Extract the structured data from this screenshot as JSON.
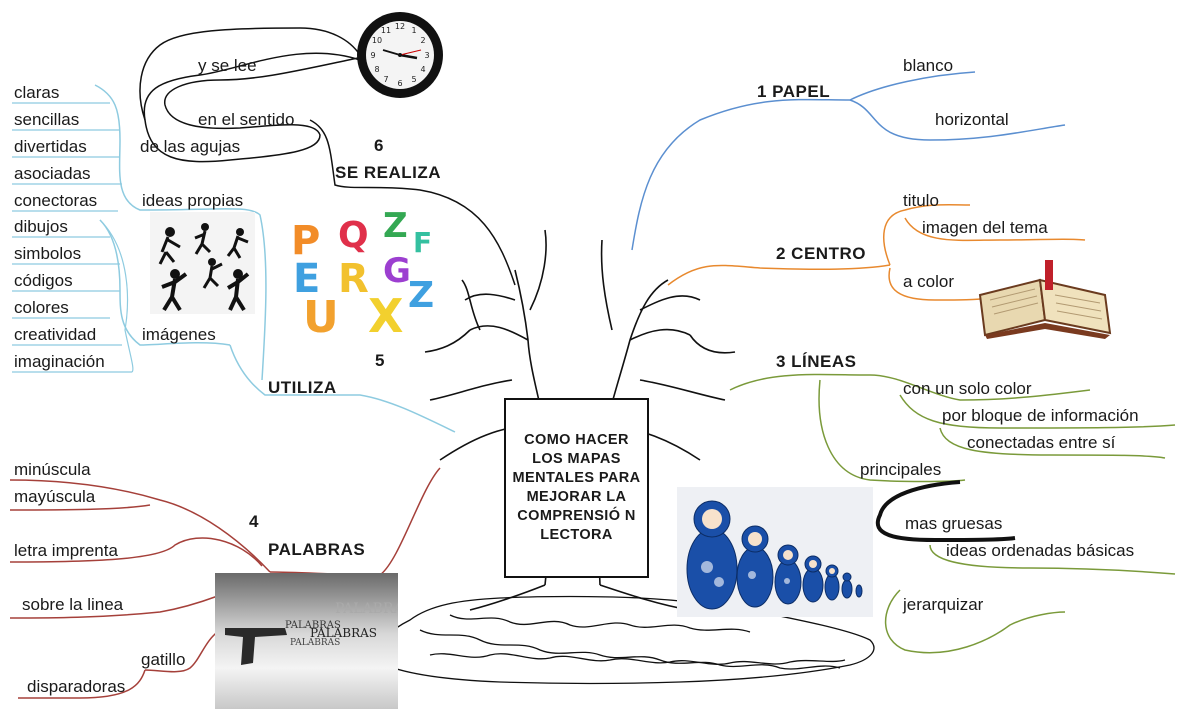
{
  "center": {
    "title": "COMO HACER LOS MAPAS MENTALES PARA MEJORAR LA COMPRENSIÓ N LECTORA"
  },
  "branches": {
    "papel": {
      "label": "1 PAPEL",
      "items": [
        "blanco",
        "horizontal"
      ],
      "color": "#5b8fd0"
    },
    "centro": {
      "label": "2 CENTRO",
      "items": [
        "titulo",
        "imagen del tema",
        "a color"
      ],
      "color": "#e8892e"
    },
    "lineas": {
      "label": "3 LÍNEAS",
      "items": [
        "con un solo color",
        "por bloque de información",
        "conectadas entre sí",
        "principales",
        "mas gruesas",
        "ideas ordenadas básicas",
        "jerarquizar"
      ],
      "color": "#7a9a3a"
    },
    "palabras": {
      "number": "4",
      "label": "PALABRAS",
      "items": [
        "minúscula",
        "mayúscula",
        "letra imprenta",
        "sobre la linea",
        "gatillo",
        "disparadoras"
      ],
      "color": "#a5403a"
    },
    "utiliza": {
      "number": "5",
      "label": "UTILIZA",
      "items": [
        "claras",
        "sencillas",
        "divertidas",
        "asociadas",
        "conectoras",
        "ideas propias",
        "dibujos",
        "simbolos",
        "códigos",
        "colores",
        "creatividad",
        "imaginación",
        "imágenes"
      ],
      "color": "#8ecbe0"
    },
    "realiza": {
      "number": "6",
      "label": "SE REALIZA",
      "items": [
        "y se lee",
        "en el sentido",
        "de las agujas"
      ],
      "color": "#111111"
    }
  },
  "images": {
    "clock": "clock-icon",
    "book": "open-book-icon",
    "letters": "colored-letters-image",
    "figures": "dancing-figures-image",
    "dolls": "matryoshka-dolls-image",
    "gun": "gun-words-image",
    "gun_words": [
      "PALABRAS",
      "PALABRAS",
      "PALABRAS",
      "PALABRAS"
    ],
    "letters_glyphs": [
      "P",
      "Q",
      "Z",
      "E",
      "R",
      "U",
      "X",
      "Z",
      "G",
      "F"
    ],
    "clock_numbers": [
      "12",
      "1",
      "2",
      "3",
      "4",
      "5",
      "6",
      "7",
      "8",
      "9",
      "10",
      "11"
    ]
  }
}
